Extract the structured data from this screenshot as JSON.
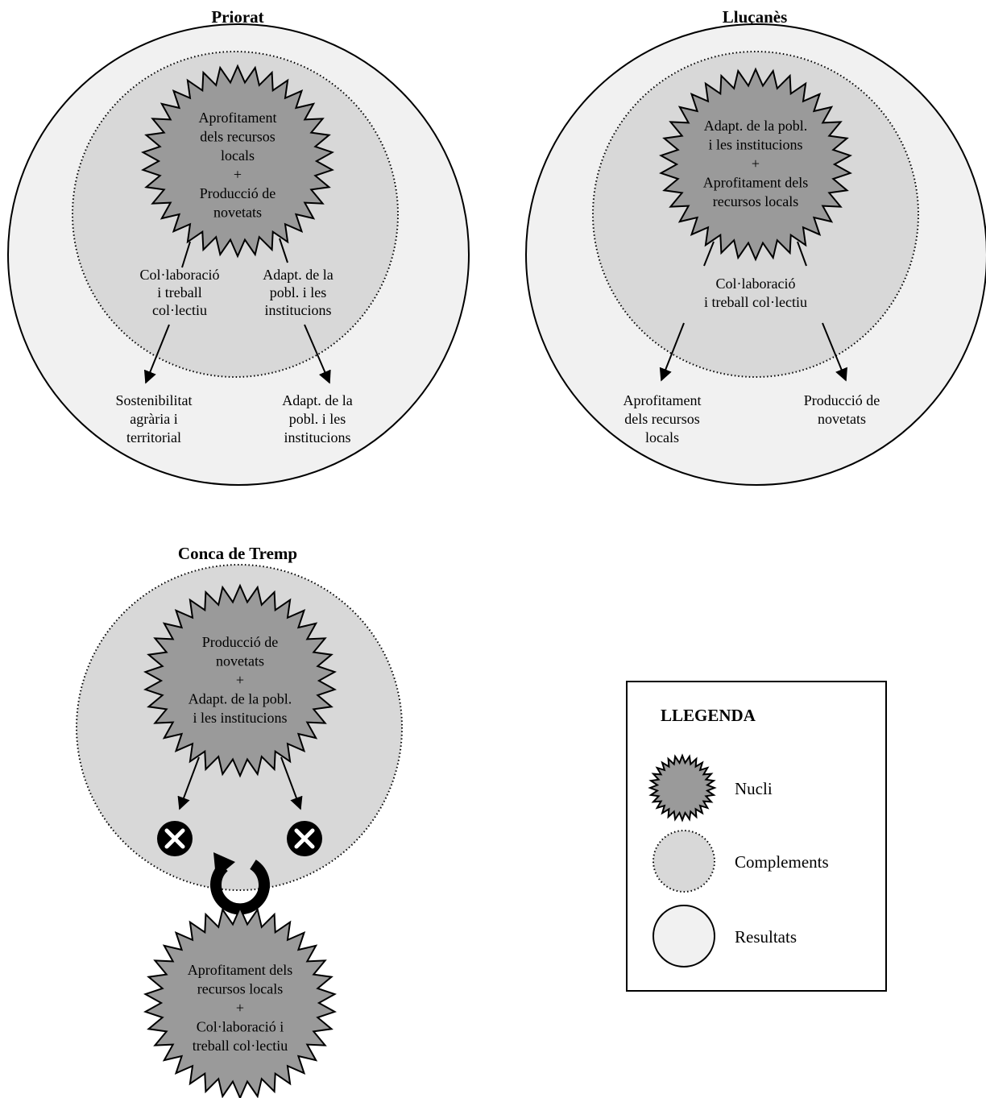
{
  "colors": {
    "results": "#f1f1f1",
    "complements": "#d8d8d8",
    "nucleus": "#9a9a9a",
    "stroke": "#000000"
  },
  "priorat": {
    "title": "Priorat",
    "nucleus_lines": [
      "Aprofitament",
      "dels recursos",
      "locals",
      "+",
      "Producció de",
      "novetats"
    ],
    "complement_left_lines": [
      "Col·laboració",
      "i treball",
      "col·lectiu"
    ],
    "complement_right_lines": [
      "Adapt. de la",
      "pobl. i les",
      "institucions"
    ],
    "result_left_lines": [
      "Sostenibilitat",
      "agrària i",
      "territorial"
    ],
    "result_right_lines": [
      "Adapt. de la",
      "pobl. i les",
      "institucions"
    ]
  },
  "llucanes": {
    "title": "Lluçanès",
    "nucleus_lines": [
      "Adapt. de la pobl.",
      "i les institucions",
      "+",
      "Aprofitament dels",
      "recursos locals"
    ],
    "complement_lines": [
      "Col·laboració",
      "i treball col·lectiu"
    ],
    "result_left_lines": [
      "Aprofitament",
      "dels recursos",
      "locals"
    ],
    "result_right_lines": [
      "Producció de",
      "novetats"
    ]
  },
  "conca": {
    "title": "Conca de Tremp",
    "nucleus_lines": [
      "Producció de",
      "novetats",
      "+",
      "Adapt. de la pobl.",
      "i les institucions"
    ],
    "lower_nucleus_lines": [
      "Aprofitament dels",
      "recursos locals",
      "+",
      "Col·laboració i",
      "treball col·lectiu"
    ]
  },
  "legend": {
    "title": "LLEGENDA",
    "items": [
      {
        "icon": "nucleus-starburst-icon",
        "label": "Nucli"
      },
      {
        "icon": "complements-dotted-circle-icon",
        "label": "Complements"
      },
      {
        "icon": "results-circle-icon",
        "label": "Resultats"
      }
    ]
  }
}
